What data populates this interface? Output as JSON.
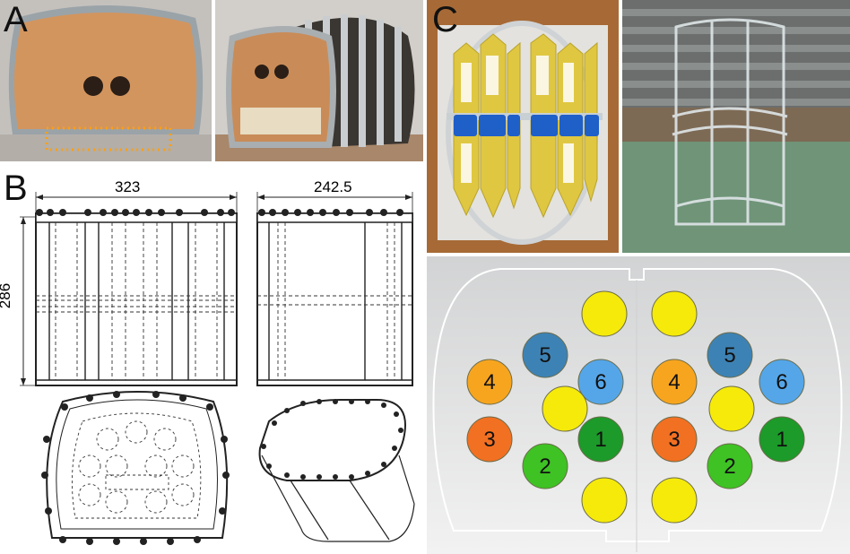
{
  "panels": {
    "a": {
      "label": "A"
    },
    "b": {
      "label": "B",
      "width_label": "323",
      "depth_label": "242.5",
      "height_label": "286"
    },
    "c": {
      "label": "C"
    }
  },
  "layout_diagram": {
    "left": [
      {
        "num": "",
        "color": "#f5ea0a"
      },
      {
        "num": "5",
        "color": "#3d82b4"
      },
      {
        "num": "4",
        "color": "#f7a51f"
      },
      {
        "num": "6",
        "color": "#55a6e8"
      },
      {
        "num": "",
        "color": "#f5ea0a"
      },
      {
        "num": "3",
        "color": "#f27022"
      },
      {
        "num": "1",
        "color": "#1c9a2a"
      },
      {
        "num": "2",
        "color": "#3ec224"
      },
      {
        "num": "",
        "color": "#f5ea0a"
      }
    ],
    "right": [
      {
        "num": "",
        "color": "#f5ea0a"
      },
      {
        "num": "5",
        "color": "#3d82b4"
      },
      {
        "num": "4",
        "color": "#f7a51f"
      },
      {
        "num": "6",
        "color": "#55a6e8"
      },
      {
        "num": "",
        "color": "#f5ea0a"
      },
      {
        "num": "3",
        "color": "#f27022"
      },
      {
        "num": "1",
        "color": "#1c9a2a"
      },
      {
        "num": "2",
        "color": "#3ec224"
      },
      {
        "num": "",
        "color": "#f5ea0a"
      }
    ]
  }
}
